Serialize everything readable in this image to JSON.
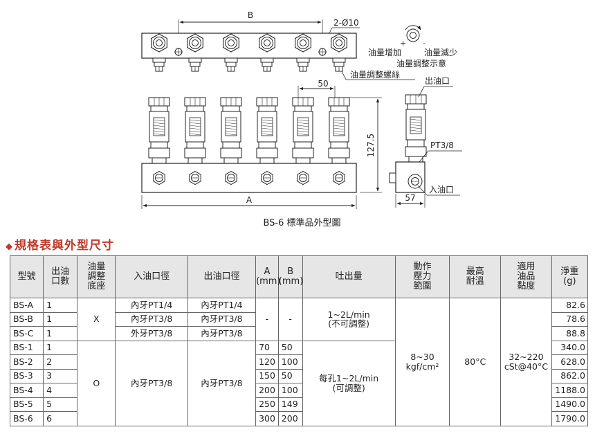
{
  "diagram": {
    "dim_B": "B",
    "dim_holes": "2-Ø10",
    "dim_pitch": "50",
    "dim_height": "127.5",
    "dim_A": "A",
    "dim_side": "57",
    "label_increase": "油量增加",
    "label_decrease": "油量減少",
    "label_adjust_diagram": "油量調整示意",
    "label_adjust_screw": "油量調整螺絲",
    "label_outlet": "出油口",
    "label_pt38": "PT3/8",
    "label_inlet": "入油口",
    "plus": "+",
    "minus": "-",
    "caption": "BS-6 標準品外型圖"
  },
  "section": {
    "diamond": "◆",
    "title": "規格表與外型尺寸"
  },
  "table": {
    "headers": {
      "model": "型號",
      "outlets": [
        "出油",
        "口數"
      ],
      "adjust_base": [
        "油量",
        "調整",
        "底座"
      ],
      "inlet_dia": "入油口徑",
      "outlet_dia": "出油口徑",
      "a": [
        "A",
        "(mm)"
      ],
      "b": [
        "B",
        "(mm)"
      ],
      "discharge": "吐出量",
      "pressure": [
        "動作",
        "壓力",
        "範圍"
      ],
      "max_temp": [
        "最高",
        "耐溫"
      ],
      "viscosity": [
        "適用",
        "油品",
        "黏度"
      ],
      "weight": [
        "淨重",
        "(g)"
      ]
    },
    "rows": [
      {
        "model": "BS-A",
        "outlets": "1",
        "inlet": "內牙PT1/4",
        "outlet": "內牙PT1/4",
        "weight": "82.6"
      },
      {
        "model": "BS-B",
        "outlets": "1",
        "inlet": "內牙PT3/8",
        "outlet": "內牙PT3/8",
        "weight": "78.6"
      },
      {
        "model": "BS-C",
        "outlets": "1",
        "inlet": "外牙PT3/8",
        "outlet": "內牙PT3/8",
        "weight": "88.8"
      },
      {
        "model": "BS-1",
        "outlets": "1",
        "a": "70",
        "b": "50",
        "weight": "340.0"
      },
      {
        "model": "BS-2",
        "outlets": "2",
        "a": "120",
        "b": "100",
        "weight": "628.0"
      },
      {
        "model": "BS-3",
        "outlets": "3",
        "a": "150",
        "b": "50",
        "weight": "862.0"
      },
      {
        "model": "BS-4",
        "outlets": "4",
        "a": "200",
        "b": "100",
        "weight": "1188.0"
      },
      {
        "model": "BS-5",
        "outlets": "5",
        "a": "250",
        "b": "149",
        "weight": "1490.0"
      },
      {
        "model": "BS-6",
        "outlets": "6",
        "a": "300",
        "b": "200",
        "weight": "1790.0"
      }
    ],
    "groupA": {
      "adjust": "X",
      "a": "-",
      "b": "-",
      "discharge": [
        "1~2L/min",
        "(不可調整)"
      ]
    },
    "groupB": {
      "adjust": "O",
      "inlet": "內牙PT3/8",
      "outlet": "內牙PT3/8",
      "discharge": [
        "每孔1~2L/min",
        "(可調整)"
      ]
    },
    "common": {
      "pressure": [
        "8~30",
        "kgf/cm²"
      ],
      "max_temp": "80°C",
      "viscosity": [
        "32~220",
        "cSt@40°C"
      ]
    }
  }
}
